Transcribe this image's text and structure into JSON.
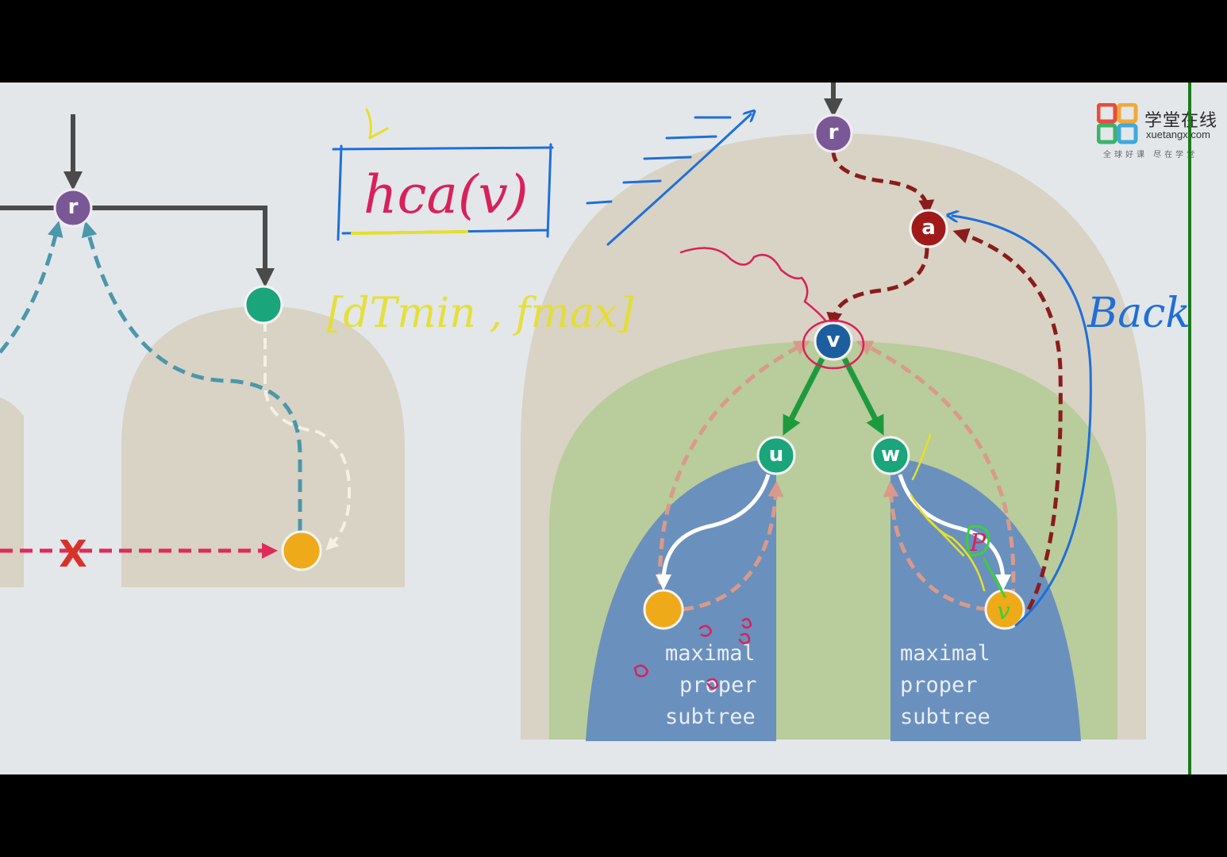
{
  "slide": {
    "logo": {
      "name": "学堂在线",
      "domain": "xuetangx.com",
      "slogan": "全球好课 尽在学堂",
      "colors": [
        "#e84c3d",
        "#f1a83a",
        "#3fa9dc",
        "#3bb36a"
      ]
    },
    "left_diagram": {
      "root_label": "r",
      "blocked_mark": "X"
    },
    "right_diagram": {
      "nodes": {
        "r": "r",
        "a": "a",
        "v": "v",
        "u": "u",
        "w": "w"
      },
      "subtree_labels": {
        "left": [
          "maximal",
          "proper",
          "subtree"
        ],
        "right": [
          "maximal",
          "proper",
          "subtree"
        ]
      }
    },
    "annotations": {
      "formula": "hca(v)",
      "bracket_note": "[dTmin , fmax]",
      "back_note": "Back",
      "leaf_note": "v",
      "p_note": "P"
    },
    "colors": {
      "slide_bg": "#e3e7ea",
      "tan_region": "#d8d3c4",
      "green_region": "#b9cc9b",
      "blue_subtree": "#6a90be",
      "node_purple": "#7a5896",
      "node_red": "#a11a1a",
      "node_blue": "#1d5f9e",
      "node_green": "#1aa57a",
      "node_orange": "#eeaa18",
      "edge_dark": "#4a4a4a",
      "edge_teal": "#4b97ab",
      "edge_red": "#e02a5a",
      "edge_darkred": "#8a1c1c",
      "edge_pink": "#d99a8a",
      "edge_green": "#1e9a3e",
      "ink_blue": "#1f6fd8",
      "ink_red": "#d8215a",
      "ink_yellow": "#e6df2a",
      "ink_green": "#3ad03a"
    }
  }
}
